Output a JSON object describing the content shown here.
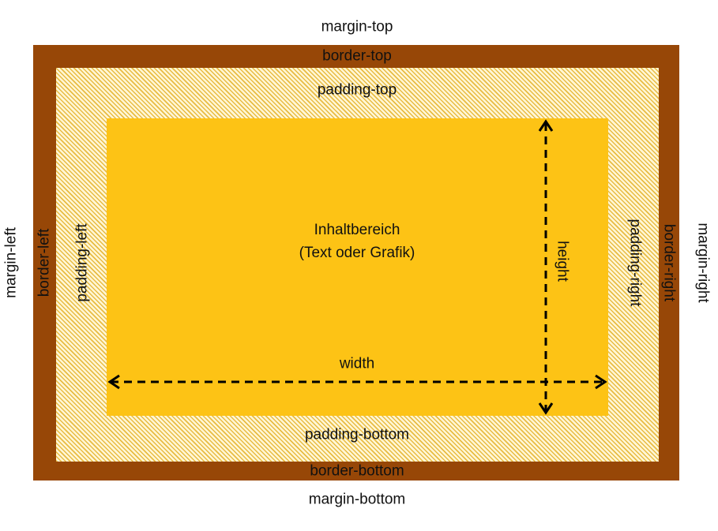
{
  "labels": {
    "margin_top": "margin-top",
    "margin_bottom": "margin-bottom",
    "margin_left": "margin-left",
    "margin_right": "margin-right",
    "border_top": "border-top",
    "border_bottom": "border-bottom",
    "border_left": "border-left",
    "border_right": "border-right",
    "padding_top": "padding-top",
    "padding_bottom": "padding-bottom",
    "padding_left": "padding-left",
    "padding_right": "padding-right",
    "content_line1": "Inhaltbereich",
    "content_line2": "(Text oder Grafik)",
    "width": "width",
    "height": "height"
  },
  "colors": {
    "border": "#974707",
    "padding_background": "#fff6d6",
    "padding_hatch": "#e4b228",
    "content": "#fdc315",
    "arrow": "#000000"
  }
}
